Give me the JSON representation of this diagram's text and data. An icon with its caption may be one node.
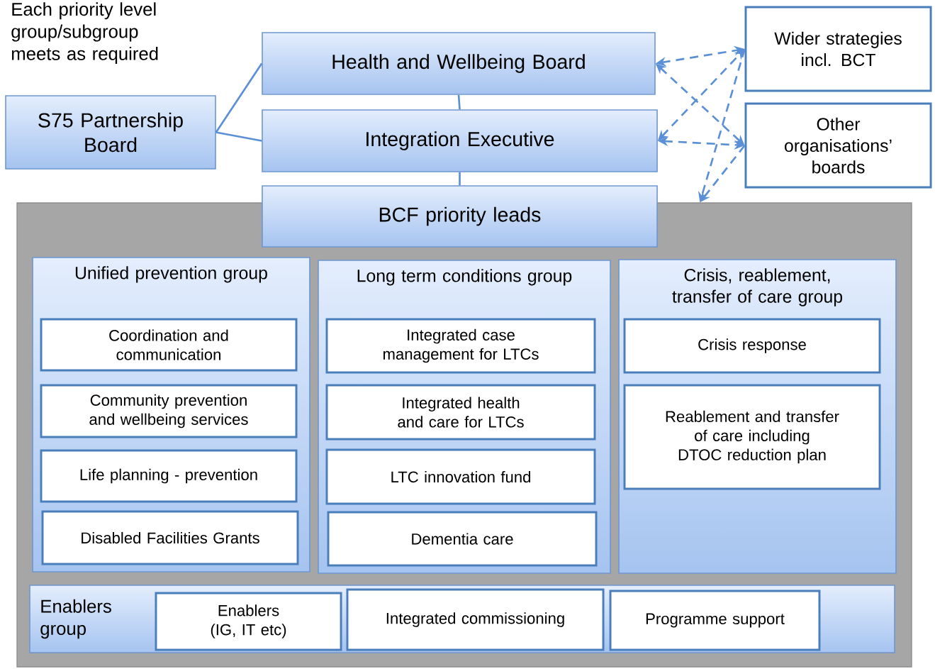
{
  "diagram": {
    "nodes": [
      {
        "text": [
          "S75 Partnership Board"
        ]
      },
      {
        "text": [
          "Health and Wellbeing Board"
        ]
      },
      {
        "text": [
          "Integration Executive"
        ]
      },
      {
        "text": [
          "Wider strategies incl. BCT"
        ]
      },
      {
        "text": [
          "Other organisations’ boards"
        ]
      },
      {
        "text": [],
        "shape": "box"
      },
      {
        "text": [
          "BCF priority leads"
        ]
      },
      {
        "text": [
          "Unified prevention group"
        ],
        "in": 5
      },
      {
        "text": [
          "Coordination and communication"
        ],
        "in": 7
      },
      {
        "text": [
          "Community prevention and wellbeing services"
        ],
        "in": 7
      },
      {
        "text": [
          "Life planning - prevention"
        ],
        "in": 7
      },
      {
        "text": [
          "Disabled Facilities Grants"
        ],
        "in": 7
      },
      {
        "text": [
          "Long term conditions group"
        ],
        "in": 5
      },
      {
        "text": [
          "Integrated case management for LTCs"
        ],
        "in": 12
      },
      {
        "text": [
          "Integrated health and care for LTCs"
        ],
        "in": 12
      },
      {
        "text": [
          "LTC innovation fund"
        ],
        "in": 12
      },
      {
        "text": [
          "Dementia care"
        ],
        "in": 12
      },
      {
        "text": [
          "Crisis, reablement, transfer of care group"
        ],
        "in": 5
      },
      {
        "text": [
          "Crisis response"
        ],
        "in": 17
      },
      {
        "text": [
          "Reablement and transfer of care including DTOC reduction plan"
        ],
        "in": 17
      },
      {
        "text": [
          "Enablers group"
        ],
        "in": 5
      },
      {
        "text": [
          "Enablers (IG, IT etc)"
        ],
        "in": 20
      },
      {
        "text": [
          "Integrated commissioning"
        ],
        "in": 20
      },
      {
        "text": [
          "Programme support"
        ],
        "in": 20
      }
    ],
    "edges": [
      {
        "from": 0,
        "to": 1,
        "arrow": "none"
      },
      {
        "from": 0,
        "to": 2,
        "arrow": "none"
      },
      {
        "from": 1,
        "to": 2,
        "arrow": "none"
      },
      {
        "from": 2,
        "to": 6,
        "arrow": "none"
      },
      {
        "from": 1,
        "to": 3,
        "arrow": "both",
        "style": "dashed"
      },
      {
        "from": 1,
        "to": 4,
        "arrow": "both",
        "style": "dashed"
      },
      {
        "from": 2,
        "to": 3,
        "arrow": "both",
        "style": "dashed"
      },
      {
        "from": 2,
        "to": 4,
        "arrow": "both",
        "style": "dashed"
      },
      {
        "from": 3,
        "to": 5,
        "arrow": "to",
        "style": "dashed"
      },
      {
        "from": 4,
        "to": 5,
        "arrow": "to",
        "style": "dashed"
      }
    ],
    "labels": [
      "Each priority level group/subgroup meets as required"
    ]
  }
}
